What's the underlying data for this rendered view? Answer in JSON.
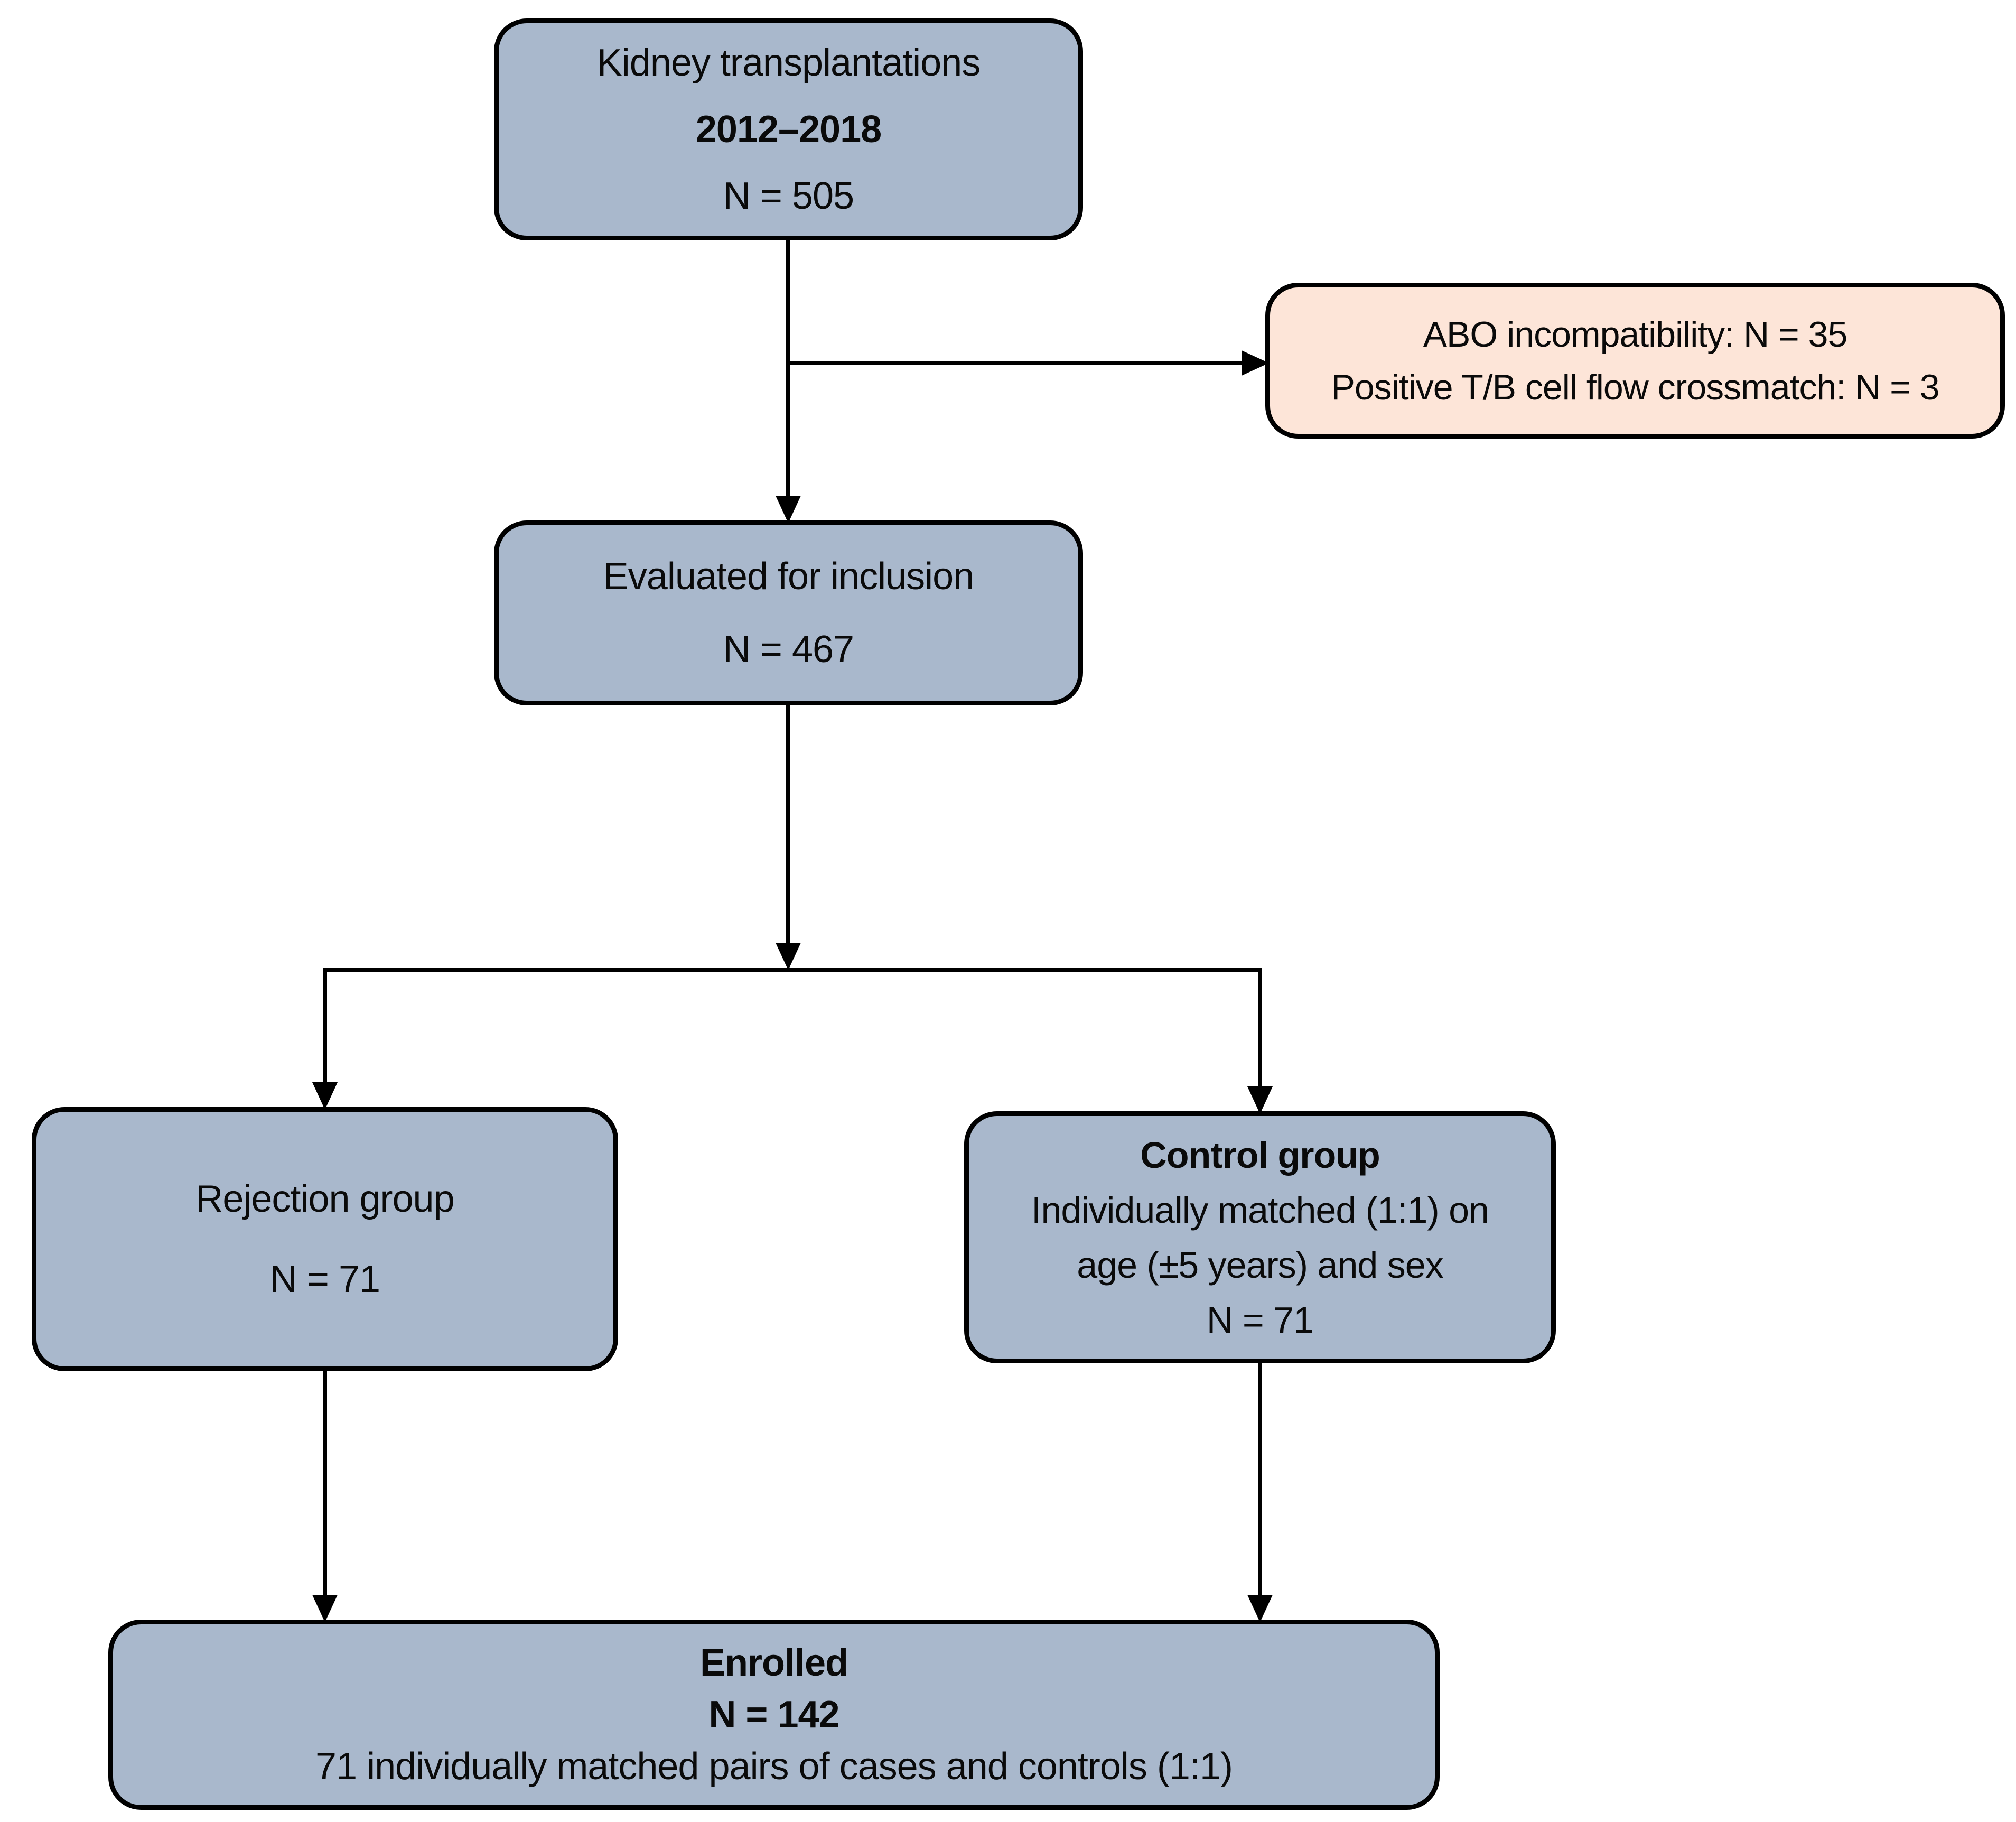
{
  "colors": {
    "box_fill": "#a9b8cc",
    "excluded_fill": "#fde5d8",
    "border": "#000000",
    "text": "#0a0a0a",
    "background": "#ffffff"
  },
  "boxes": {
    "transplants": {
      "lines": [
        "Kidney transplantations",
        "2012–2018",
        "N = 505"
      ]
    },
    "excluded": {
      "lines": [
        "ABO incompatibility: N = 35",
        "Positive T/B cell flow crossmatch: N = 3"
      ]
    },
    "evaluated": {
      "lines": [
        "Evaluated for inclusion",
        "N = 467"
      ]
    },
    "rejection": {
      "lines": [
        "Rejection group",
        "N = 71"
      ]
    },
    "control": {
      "lines": [
        "Control group",
        "Individually matched (1:1) on",
        "age (±5 years) and sex",
        "N = 71"
      ]
    },
    "enrolled": {
      "lines": [
        "Enrolled",
        "N = 142",
        "71 individually matched pairs of cases and controls (1:1)"
      ]
    }
  }
}
